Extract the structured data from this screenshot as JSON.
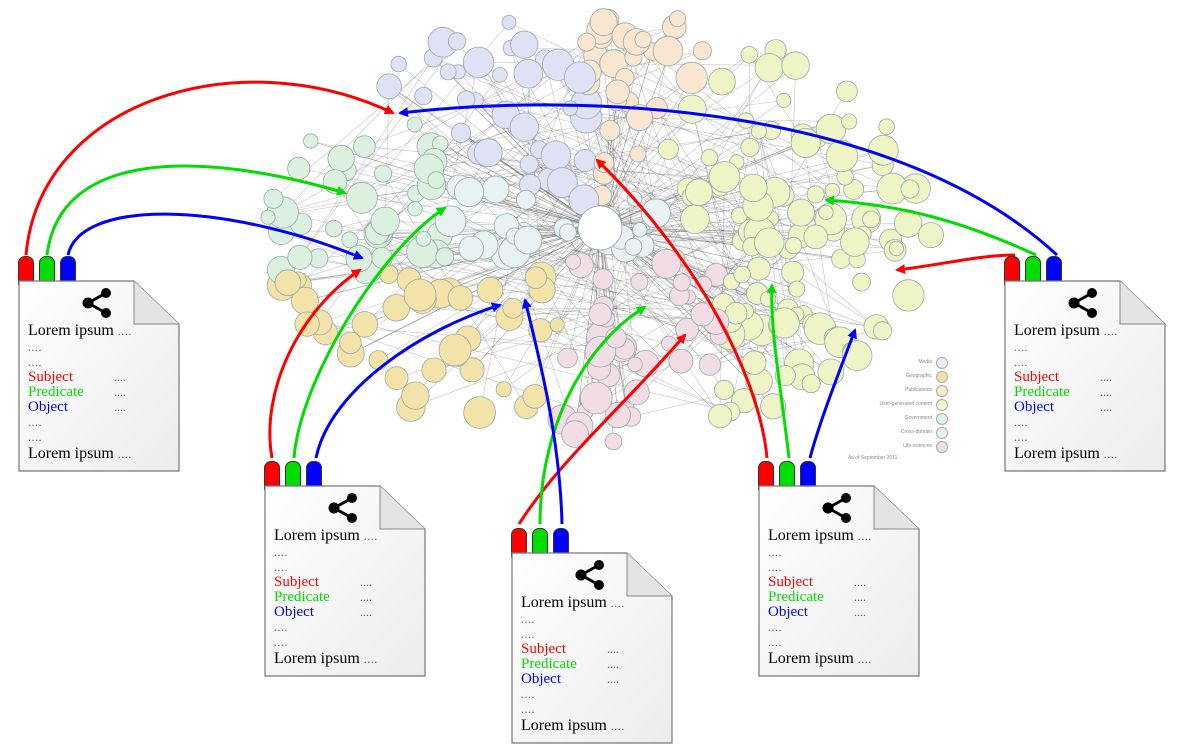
{
  "cloud": {
    "legend_items": [
      {
        "label": "Media",
        "color": "#e8ecfa"
      },
      {
        "label": "Geographic",
        "color": "#f3e1a6"
      },
      {
        "label": "Publications",
        "color": "#f6ecc7"
      },
      {
        "label": "User-generated content",
        "color": "#f4f6c9"
      },
      {
        "label": "Government",
        "color": "#dff3e6"
      },
      {
        "label": "Cross-domain",
        "color": "#e6f2f4"
      },
      {
        "label": "Life sciences",
        "color": "#f3dbe4"
      }
    ],
    "footer_text": "As of September 2011",
    "bubble_colors": {
      "media": "#dfe2f5",
      "geographic": "#f3e3a8",
      "publications": "#f8e6d0",
      "user_generated": "#eef4c6",
      "government": "#dcf0e0",
      "cross_domain": "#e8f2f3",
      "life_sciences": "#f2dde6"
    }
  },
  "documents": [
    {
      "id": "doc-left",
      "header": "Lorem ipsum",
      "dots1": "....",
      "dots2": "....",
      "subject": "Subject",
      "predicate": "Predicate",
      "object": "Object",
      "dots3": "....",
      "dots4": "....",
      "footer": "Lorem ipsum",
      "trail": "...."
    },
    {
      "id": "doc-center-left",
      "header": "Lorem ipsum",
      "dots1": "....",
      "dots2": "....",
      "subject": "Subject",
      "predicate": "Predicate",
      "object": "Object",
      "dots3": "....",
      "dots4": "....",
      "footer": "Lorem ipsum",
      "trail": "...."
    },
    {
      "id": "doc-center",
      "header": "Lorem ipsum",
      "dots1": "....",
      "dots2": "....",
      "subject": "Subject",
      "predicate": "Predicate",
      "object": "Object",
      "dots3": "....",
      "dots4": "....",
      "footer": "Lorem ipsum",
      "trail": "...."
    },
    {
      "id": "doc-center-right",
      "header": "Lorem ipsum",
      "dots1": "....",
      "dots2": "....",
      "subject": "Subject",
      "predicate": "Predicate",
      "object": "Object",
      "dots3": "....",
      "dots4": "....",
      "footer": "Lorem ipsum",
      "trail": "...."
    },
    {
      "id": "doc-right",
      "header": "Lorem ipsum",
      "dots1": "....",
      "dots2": "....",
      "subject": "Subject",
      "predicate": "Predicate",
      "object": "Object",
      "dots3": "....",
      "dots4": "....",
      "footer": "Lorem ipsum",
      "trail": "...."
    }
  ],
  "colors": {
    "subject": "#ff0000",
    "predicate": "#00dd00",
    "object": "#0000ff",
    "icon": "share-nodes-icon"
  }
}
